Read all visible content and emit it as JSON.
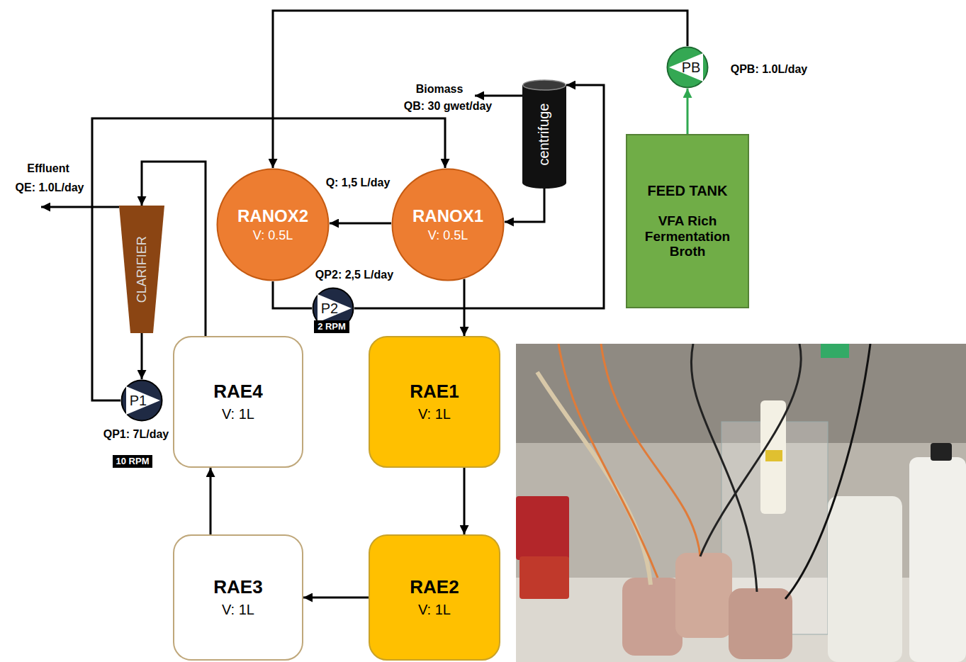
{
  "diagram": {
    "nodes": [
      {
        "text": [
          "PB"
        ]
      },
      {
        "text": [
          "centrifuge"
        ]
      },
      {
        "text": [
          "FEED TANK",
          "VFA Rich Fermentation Broth"
        ]
      },
      {
        "text": [
          "RANOX2",
          "V: 0.5L"
        ]
      },
      {
        "text": [
          "RANOX1",
          "V: 0.5L"
        ]
      },
      {
        "text": [
          "CLARIFIER"
        ]
      },
      {
        "text": [
          "P2"
        ]
      },
      {
        "text": [
          "RAE4",
          "V: 1L"
        ]
      },
      {
        "text": [
          "RAE1",
          "V: 1L"
        ]
      },
      {
        "text": [
          "P1"
        ]
      },
      {
        "text": [
          "RAE3",
          "V: 1L"
        ]
      },
      {
        "text": [
          "RAE2",
          "V: 1L"
        ]
      }
    ],
    "edges": [
      {
        "from": 2,
        "to": 0,
        "arrow": "to"
      },
      {
        "from": 0,
        "to": 3,
        "arrow": "to"
      },
      {
        "from": 4,
        "to": 3,
        "label": "Q: 1,5 L/day",
        "arrow": "to"
      },
      {
        "from": 3,
        "to": 6,
        "arrow": "none"
      },
      {
        "from": 6,
        "to": 1,
        "arrow": "to"
      },
      {
        "from": 1,
        "to": 4,
        "arrow": "to"
      },
      {
        "from": 4,
        "to": 8,
        "arrow": "to"
      },
      {
        "from": 8,
        "to": 11,
        "arrow": "to"
      },
      {
        "from": 11,
        "to": 10,
        "arrow": "to"
      },
      {
        "from": 10,
        "to": 7,
        "arrow": "to"
      },
      {
        "from": 7,
        "to": 5,
        "arrow": "to"
      },
      {
        "from": 5,
        "to": 9,
        "arrow": "to"
      },
      {
        "from": 9,
        "to": 4,
        "arrow": "to"
      }
    ],
    "labels": [
      "QPB: 1.0L/day",
      "Biomass",
      "QB: 30 gwet/day",
      "Effluent",
      "QE: 1.0L/day",
      "QP2: 2,5 L/day",
      "2 RPM",
      "QP1: 7L/day",
      "10 RPM"
    ]
  }
}
